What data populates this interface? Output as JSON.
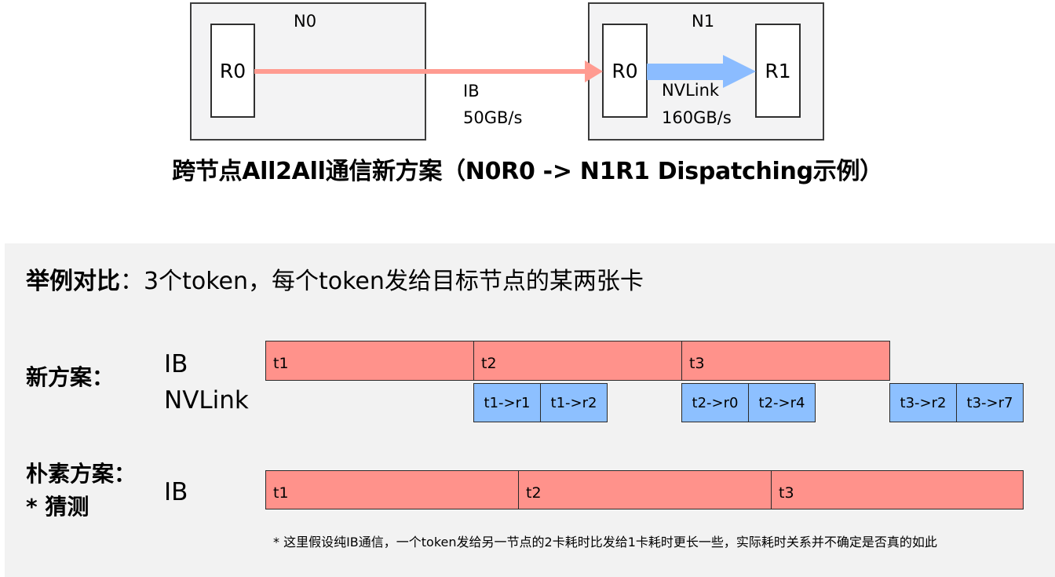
{
  "diagram": {
    "node0": {
      "label": "N0",
      "rank": "R0"
    },
    "node1": {
      "label": "N1",
      "rank0": "R0",
      "rank1": "R1"
    },
    "ib_link": {
      "name": "IB",
      "bandwidth": "50GB/s",
      "color": "#ff9b91"
    },
    "nvlink": {
      "name": "NVLink",
      "bandwidth": "160GB/s",
      "color": "#8bbcff"
    },
    "title": "跨节点All2All通信新方案（N0R0 -> N1R1 Dispatching示例）"
  },
  "comparison": {
    "heading_bold": "举例对比",
    "heading_rest": "：3个token，每个token发给目标节点的某两张卡",
    "new_scheme": {
      "label": "新方案：",
      "ib_label": "IB",
      "nvlink_label": "NVLink",
      "ib_segments": [
        "t1",
        "t2",
        "t3"
      ],
      "nvlink_segments": [
        "t1->r1",
        "t1->r2",
        "t2->r0",
        "t2->r4",
        "t3->r2",
        "t3->r7"
      ]
    },
    "naive_scheme": {
      "label": "朴素方案：",
      "guess": "* 猜测",
      "ib_label": "IB",
      "ib_segments": [
        "t1",
        "t2",
        "t3"
      ]
    },
    "footnote": "* 这里假设纯IB通信，一个token发给另一节点的2卡耗时比发给1卡耗时更长一些，实际耗时关系并不确定是否真的如此"
  },
  "colors": {
    "ib": "#ff928b",
    "nvlink": "#8dc0ff",
    "panel": "#f2f2f2",
    "node": "#f3f3f4"
  }
}
